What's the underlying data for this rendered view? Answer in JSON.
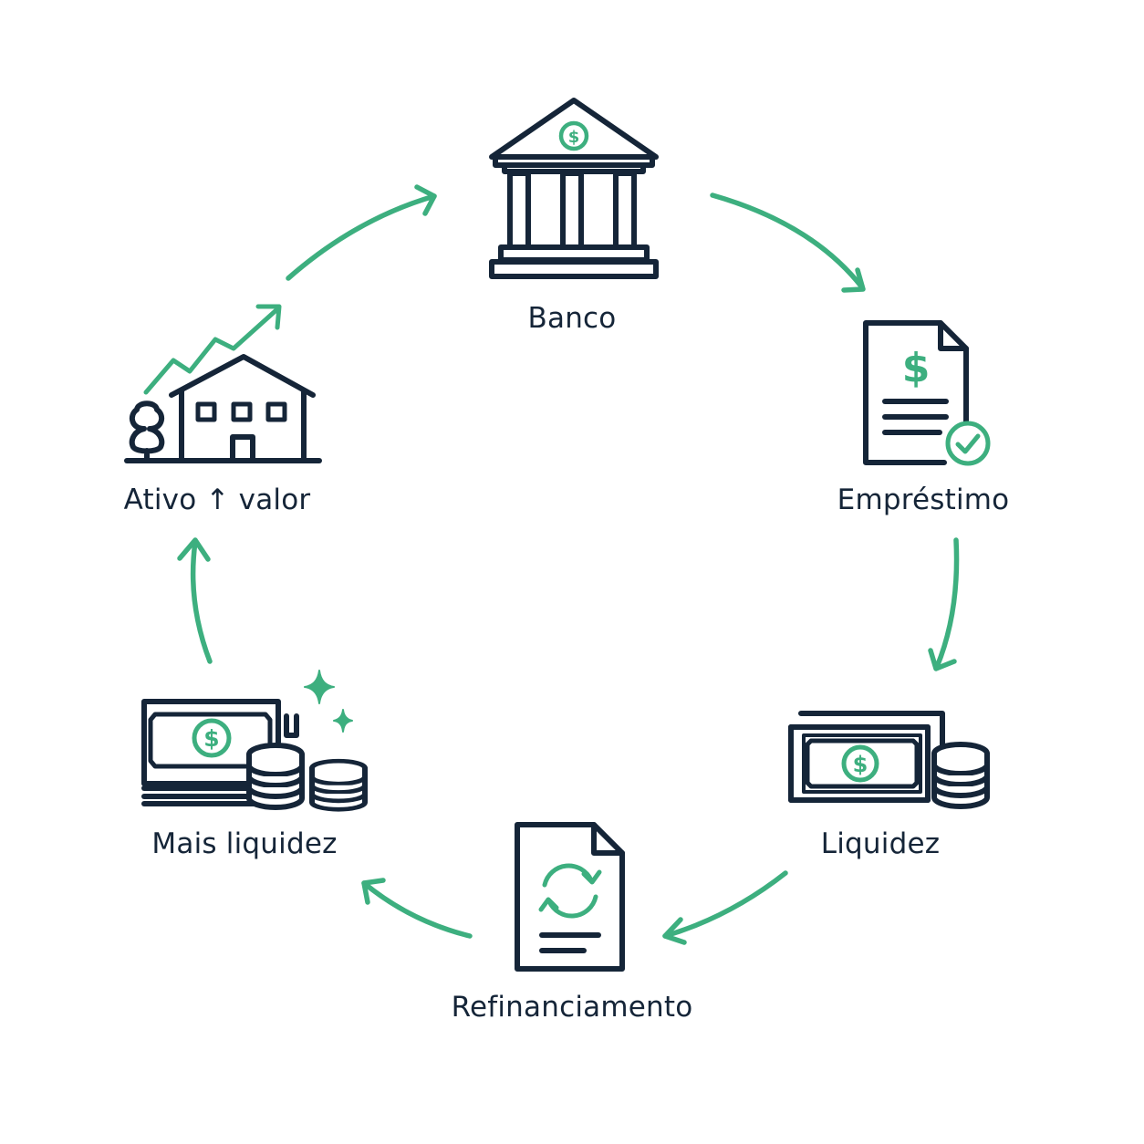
{
  "colors": {
    "ink": "#152538",
    "accent": "#3daf7f",
    "background": "#ffffff"
  },
  "nodes": {
    "bank": {
      "label": "Banco",
      "icon": "bank-icon"
    },
    "loan": {
      "label": "Empréstimo",
      "icon": "loan-document-icon"
    },
    "liquidity": {
      "label": "Liquidez",
      "icon": "cash-and-coins-icon"
    },
    "refinancing": {
      "label": "Refinanciamento",
      "icon": "refinance-document-icon"
    },
    "more_liquidity": {
      "label": "Mais liquidez",
      "icon": "more-cash-and-coins-icon"
    },
    "asset": {
      "label": "Ativo ↑ valor",
      "icon": "house-appreciation-icon"
    }
  },
  "cycle_order": [
    "bank",
    "loan",
    "liquidity",
    "refinancing",
    "more_liquidity",
    "asset"
  ]
}
